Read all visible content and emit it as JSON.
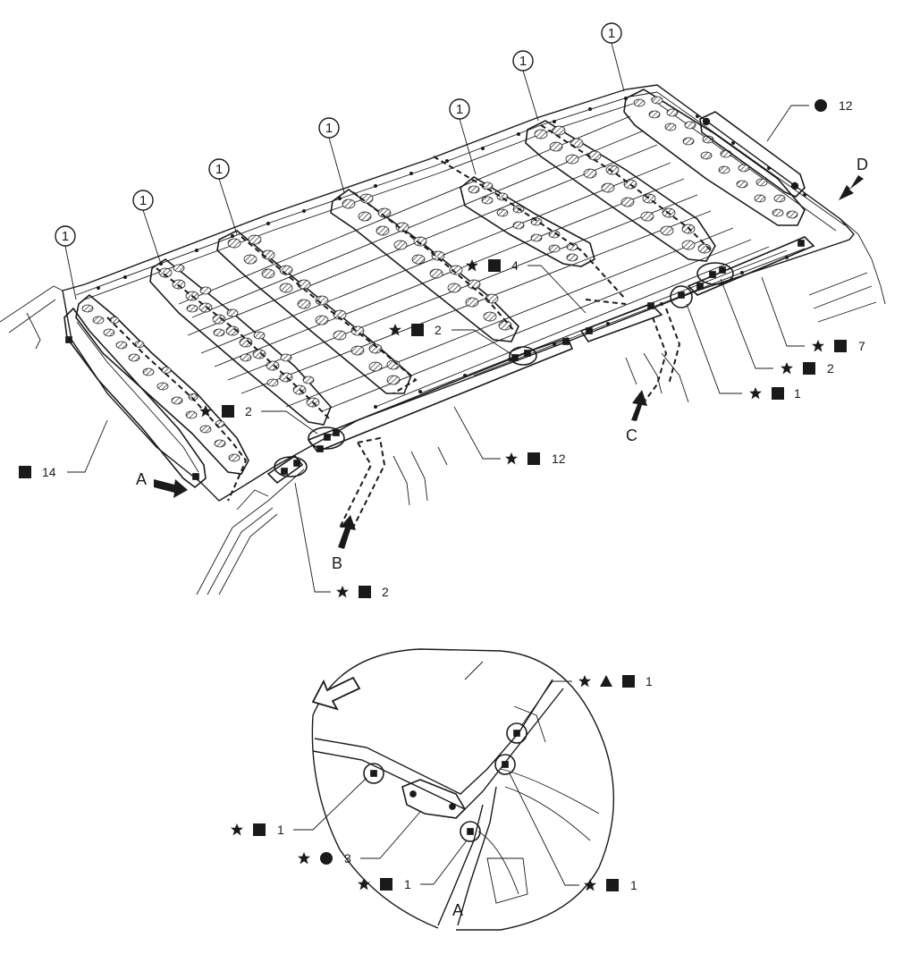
{
  "diagram": {
    "callouts_top": [
      {
        "id": "c1a",
        "num": "1"
      },
      {
        "id": "c1b",
        "num": "1"
      },
      {
        "id": "c1c",
        "num": "1"
      },
      {
        "id": "c1d",
        "num": "1"
      },
      {
        "id": "c1e",
        "num": "1"
      },
      {
        "id": "c1f",
        "num": "1"
      },
      {
        "id": "c1g",
        "num": "1"
      }
    ],
    "labels": {
      "bolt_12": "12",
      "left_14": "14",
      "center_4": "4",
      "center_2": "2",
      "left_2": "2",
      "right_7": "7",
      "right_2": "2",
      "right_1": "1",
      "bottom_12": "12",
      "bottom_2": "2"
    },
    "view_letters": {
      "A": "A",
      "B": "B",
      "C": "C",
      "D": "D"
    },
    "detail": {
      "labels": {
        "top_right_1": "1",
        "left_1": "1",
        "left_3": "3",
        "bottom_1": "1",
        "bottom_right_1": "1"
      },
      "view_letter": "A"
    },
    "symbols": {
      "star": "star-symbol",
      "square": "square-symbol",
      "circle": "circle-symbol",
      "triangle": "triangle-symbol"
    }
  }
}
